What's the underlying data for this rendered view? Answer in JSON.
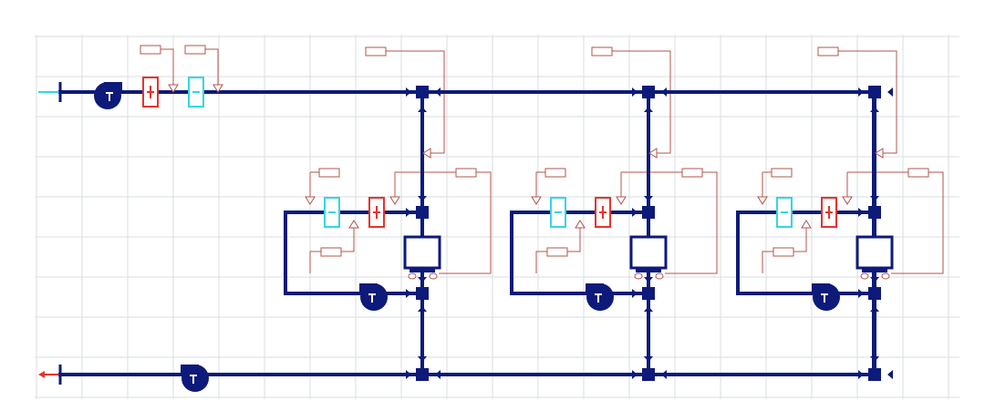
{
  "diagram": {
    "kind": "hydraulic loop schematic",
    "supply_in": {
      "color": "#33d6e6",
      "icon": "arrow-in-icon"
    },
    "return_out": {
      "color": "#e8332b",
      "icon": "arrow-out-icon"
    },
    "colors": {
      "pipe": "#0d1a7a",
      "control_line": "#b3544b",
      "grid": "#d9dde3",
      "heater": "#e8332b",
      "cooler": "#33d6e6"
    },
    "loops": [
      {
        "id": "loop-1"
      },
      {
        "id": "loop-2"
      },
      {
        "id": "loop-3"
      }
    ],
    "icons": [
      "pump-icon",
      "heater-icon",
      "cooler-icon",
      "tee-junction-icon",
      "tank-icon",
      "controller-box-icon",
      "sensor-arrow-icon"
    ]
  }
}
